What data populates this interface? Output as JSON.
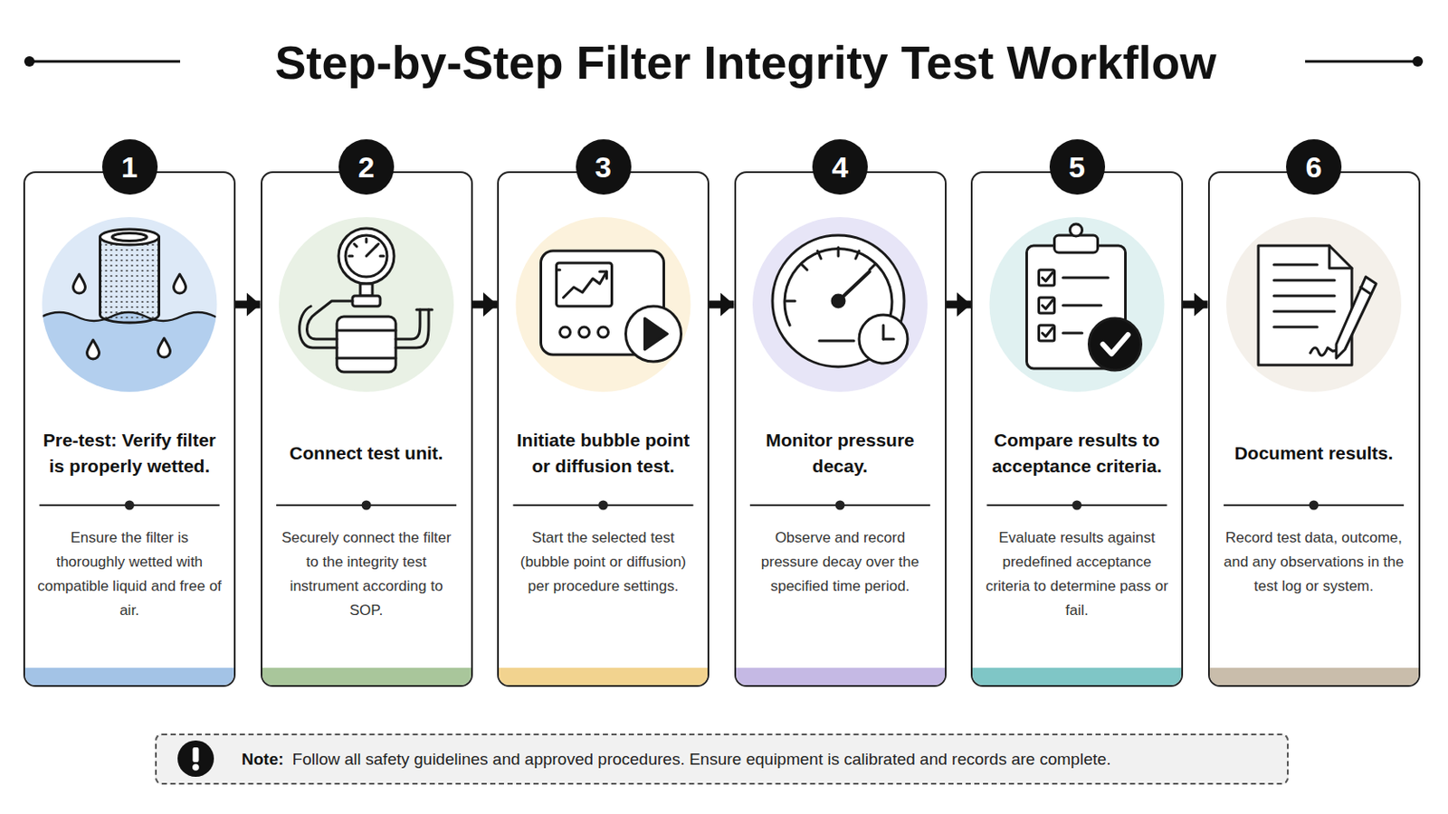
{
  "diagram": {
    "title": "Step-by-Step Filter Integrity Test Workflow",
    "nodes": [
      {
        "text": [
          "Pre-test: Verify filter is properly wetted.",
          "Ensure the filter is thoroughly wetted with compatible liquid and free of air."
        ]
      },
      {
        "text": [
          "Connect test unit.",
          "Securely connect the filter to the integrity test instrument according to SOP."
        ]
      },
      {
        "text": [
          "Initiate bubble point or diffusion test.",
          "Start the selected test (bubble point or diffusion) per procedure settings."
        ]
      },
      {
        "text": [
          "Monitor pressure decay.",
          "Observe and record pressure decay over the specified time period."
        ]
      },
      {
        "text": [
          "Compare results to acceptance criteria.",
          "Evaluate results against predefined acceptance criteria to determine pass or fail."
        ]
      },
      {
        "text": [
          "Document results.",
          "Record test data, outcome, and any observations in the test log or system."
        ]
      },
      {
        "text": [
          "Note:",
          "Follow all safety guidelines and approved procedures. Ensure equipment is calibrated and records are complete."
        ]
      }
    ],
    "edges": [
      {
        "from": 0,
        "to": 1,
        "arrow": "to"
      },
      {
        "from": 1,
        "to": 2,
        "arrow": "to"
      },
      {
        "from": 2,
        "to": 3,
        "arrow": "to"
      },
      {
        "from": 3,
        "to": 4,
        "arrow": "to"
      },
      {
        "from": 4,
        "to": 5,
        "arrow": "to"
      }
    ],
    "labels": [
      "1",
      "2",
      "3",
      "4",
      "5",
      "6"
    ]
  }
}
